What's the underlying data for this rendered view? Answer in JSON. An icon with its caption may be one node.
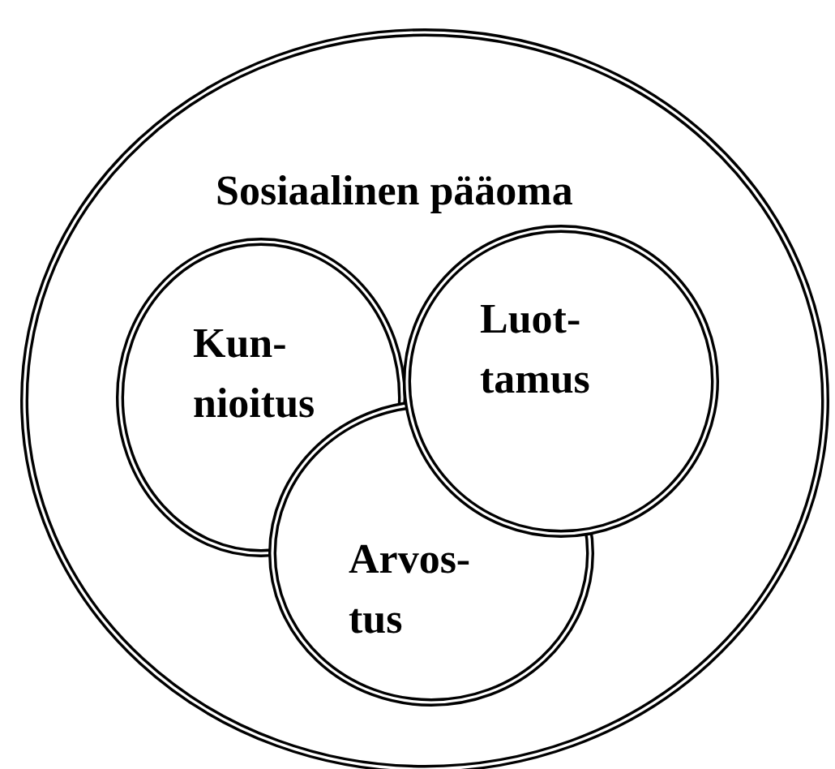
{
  "diagram": {
    "nodes": [
      {
        "text": [
          "Sosiaalinen pääoma"
        ]
      },
      {
        "text": [
          "Kun- nioitus"
        ],
        "in": 0
      },
      {
        "text": [
          "Luot- tamus"
        ],
        "in": 0
      },
      {
        "text": [
          "Arvos- tus"
        ],
        "in": 0
      }
    ]
  }
}
